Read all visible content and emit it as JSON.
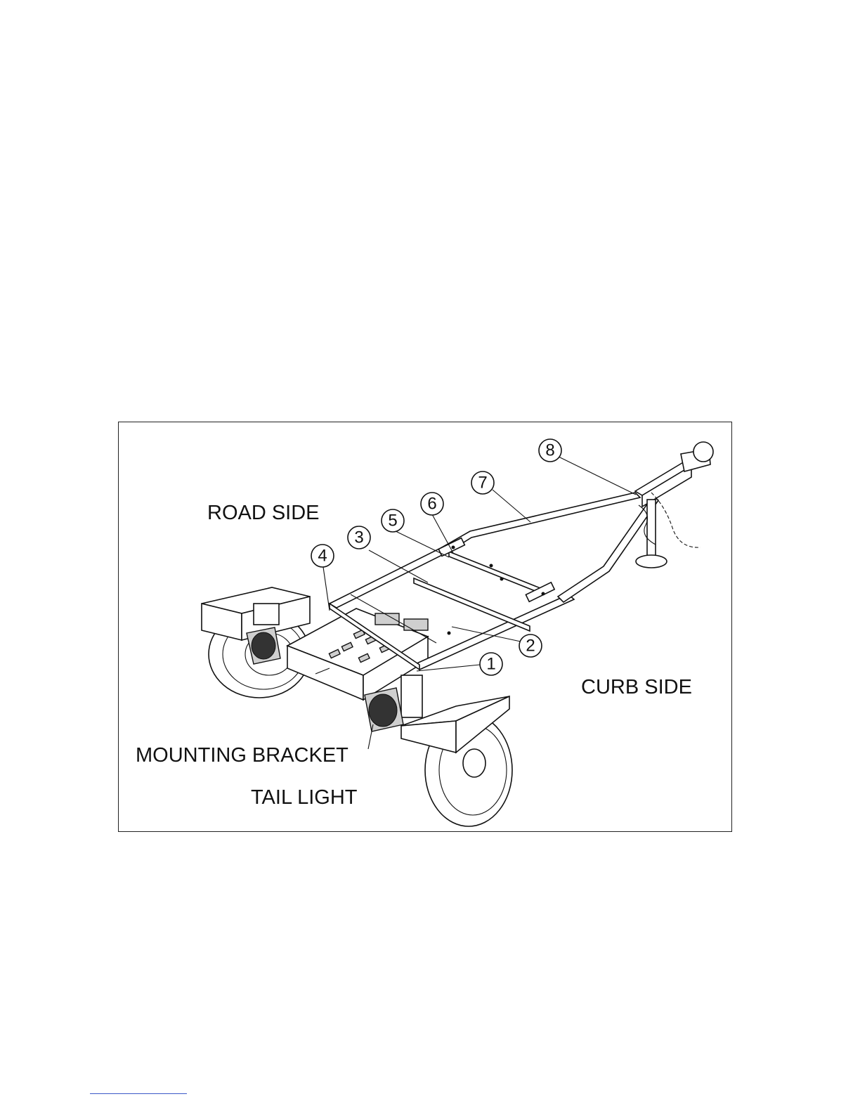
{
  "labels": {
    "road_side": "ROAD SIDE",
    "curb_side": "CURB SIDE",
    "mounting_bracket": "MOUNTING BRACKET",
    "tail_light": "TAIL LIGHT"
  },
  "callouts": [
    "1",
    "2",
    "3",
    "4",
    "5",
    "6",
    "7",
    "8"
  ]
}
